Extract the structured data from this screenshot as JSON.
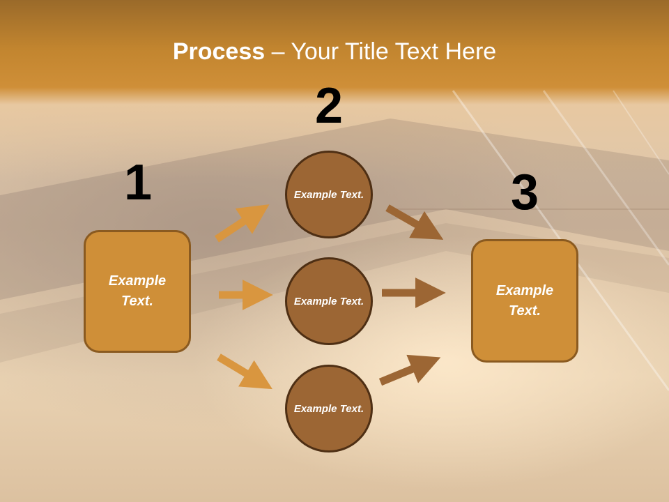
{
  "title": {
    "bold": "Process",
    "rest": " – Your Title Text Here"
  },
  "steps": [
    {
      "number": "1",
      "label": "Example Text."
    },
    {
      "number": "2",
      "label": "Example Text."
    },
    {
      "number": "3",
      "label": "Example Text."
    }
  ],
  "middle_nodes": [
    {
      "label": "Example Text."
    },
    {
      "label": "Example Text."
    },
    {
      "label": "Example Text."
    }
  ],
  "colors": {
    "box_fill": "#cf8f38",
    "circle_fill": "#9c6634",
    "arrow_light": "#d9963f",
    "arrow_dark": "#9c6634"
  }
}
